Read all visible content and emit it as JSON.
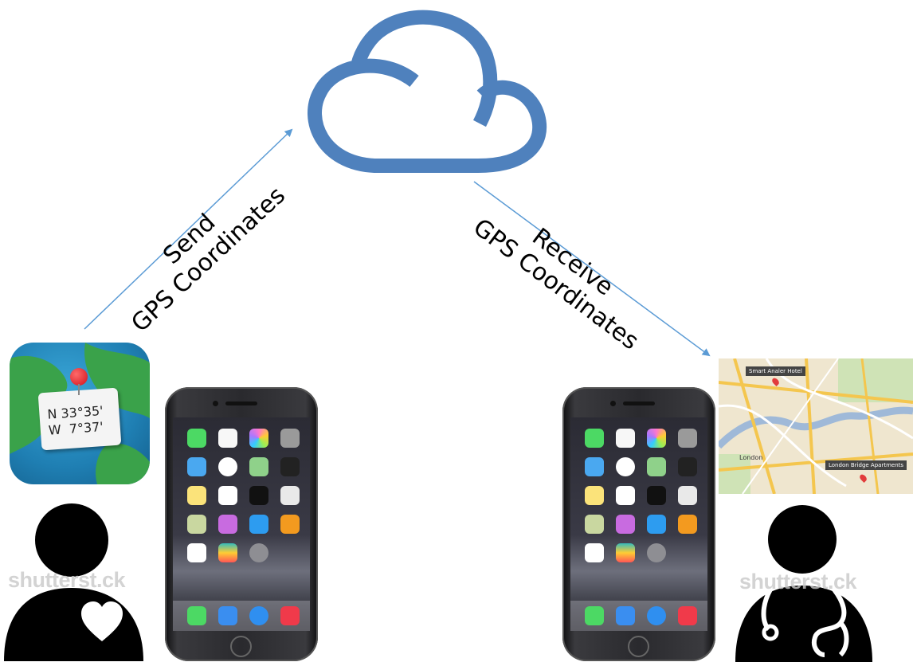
{
  "labels": {
    "send_line1": "Send",
    "send_line2": "GPS Coordinates",
    "receive_line1": "Receive",
    "receive_line2": "GPS Coordinates"
  },
  "gps_app": {
    "lat": "N 33°35'",
    "lon": "W  7°37'"
  },
  "map": {
    "callout1": "Smart Analer Hotel",
    "callout2": "London Bridge Apartments",
    "place": "London"
  },
  "watermark_left": "shutterst.ck",
  "watermark_right": "shutterst.ck",
  "colors": {
    "cloud": "#4f81bd",
    "arrow": "#5b9bd5",
    "person": "#000000",
    "gps_ocean": "#1f7fb3",
    "gps_land": "#3aa24a"
  },
  "icons": {
    "cloud": "cloud-icon",
    "patient": "patient-heart-icon",
    "doctor": "doctor-stethoscope-icon",
    "gps_app": "gps-globe-pin-icon",
    "map": "city-map-icon",
    "phone": "smartphone-icon"
  }
}
